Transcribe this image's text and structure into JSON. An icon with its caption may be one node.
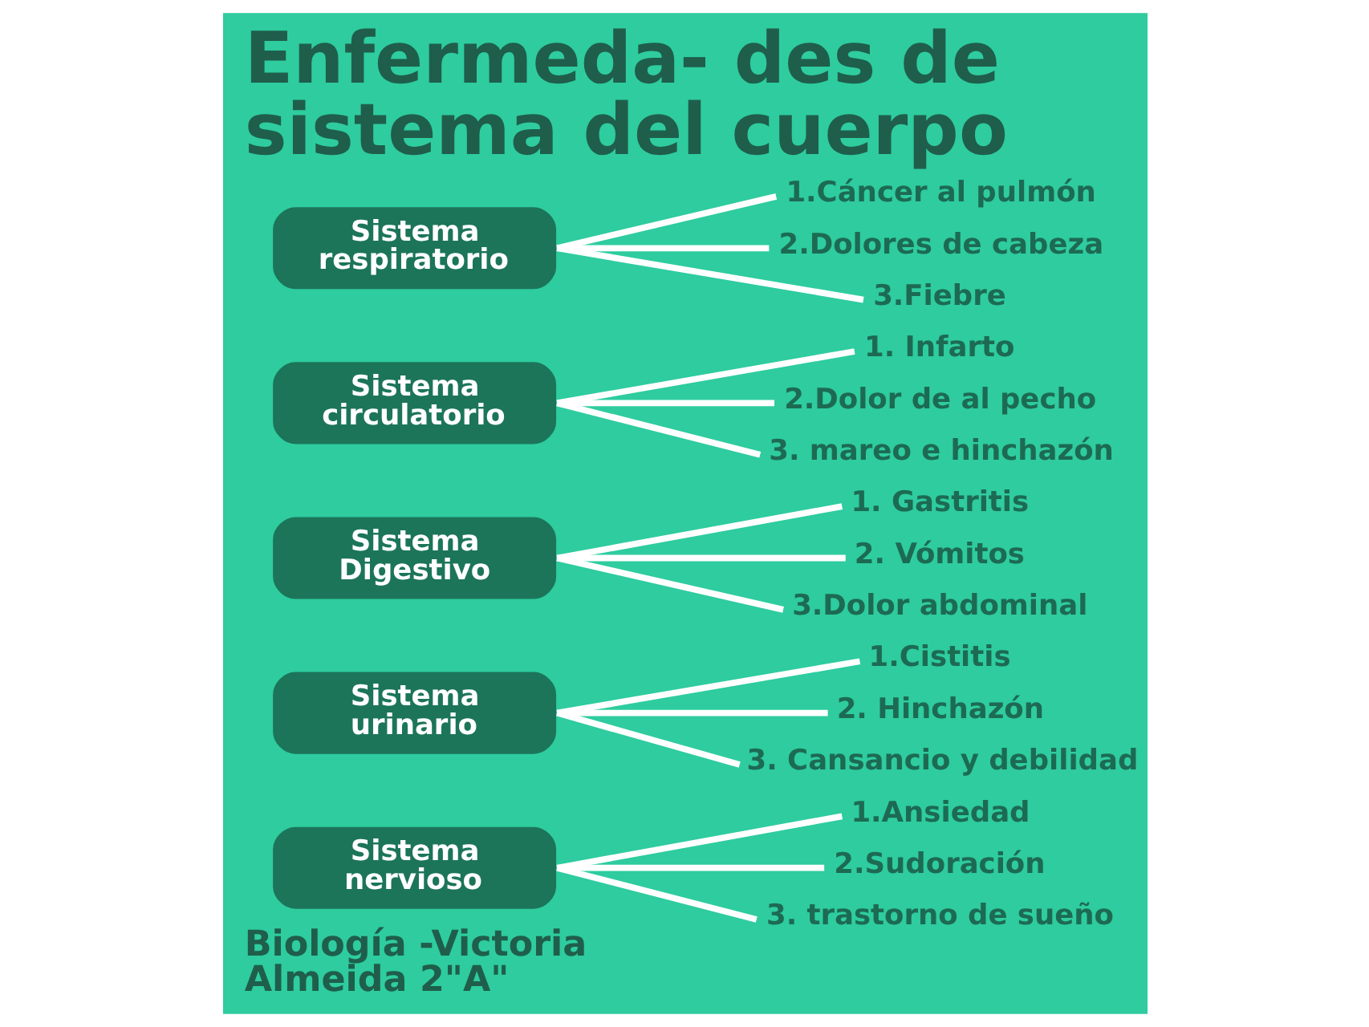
{
  "diagram": {
    "title": "Enfermeda- des de sistema del cuerpo",
    "nodes": [
      {
        "text": [
          "Sistema respiratorio"
        ]
      },
      {
        "text": [
          "1.Cáncer al pulmón"
        ]
      },
      {
        "text": [
          "2.Dolores de cabeza"
        ]
      },
      {
        "text": [
          "3.Fiebre"
        ]
      },
      {
        "text": [
          "Sistema circulatorio"
        ]
      },
      {
        "text": [
          "1. Infarto"
        ]
      },
      {
        "text": [
          "2.Dolor de al pecho"
        ]
      },
      {
        "text": [
          "3. mareo e hinchazón"
        ]
      },
      {
        "text": [
          "Sistema Digestivo"
        ]
      },
      {
        "text": [
          "1. Gastritis"
        ]
      },
      {
        "text": [
          "2. Vómitos"
        ]
      },
      {
        "text": [
          "3.Dolor abdominal"
        ]
      },
      {
        "text": [
          "Sistema urinario"
        ]
      },
      {
        "text": [
          "1.Cistitis"
        ]
      },
      {
        "text": [
          "2. Hinchazón"
        ]
      },
      {
        "text": [
          "3. Cansancio y debilidad"
        ]
      },
      {
        "text": [
          "Sistema nervioso"
        ]
      },
      {
        "text": [
          "1.Ansiedad"
        ]
      },
      {
        "text": [
          "2.Sudoración"
        ]
      },
      {
        "text": [
          "3. trastorno de sueño"
        ]
      }
    ],
    "edges": [
      {
        "from": 0,
        "to": 1,
        "arrow": "none"
      },
      {
        "from": 0,
        "to": 2,
        "arrow": "none"
      },
      {
        "from": 0,
        "to": 3,
        "arrow": "none"
      },
      {
        "from": 4,
        "to": 5,
        "arrow": "none"
      },
      {
        "from": 4,
        "to": 6,
        "arrow": "none"
      },
      {
        "from": 4,
        "to": 7,
        "arrow": "none"
      },
      {
        "from": 8,
        "to": 9,
        "arrow": "none"
      },
      {
        "from": 8,
        "to": 10,
        "arrow": "none"
      },
      {
        "from": 8,
        "to": 11,
        "arrow": "none"
      },
      {
        "from": 12,
        "to": 13,
        "arrow": "none"
      },
      {
        "from": 12,
        "to": 14,
        "arrow": "none"
      },
      {
        "from": 12,
        "to": 15,
        "arrow": "none"
      },
      {
        "from": 16,
        "to": 17,
        "arrow": "none"
      },
      {
        "from": 16,
        "to": 18,
        "arrow": "none"
      },
      {
        "from": 16,
        "to": 19,
        "arrow": "none"
      }
    ],
    "labels": [
      "Biología -Victoria Almeida 2\"A\""
    ]
  }
}
